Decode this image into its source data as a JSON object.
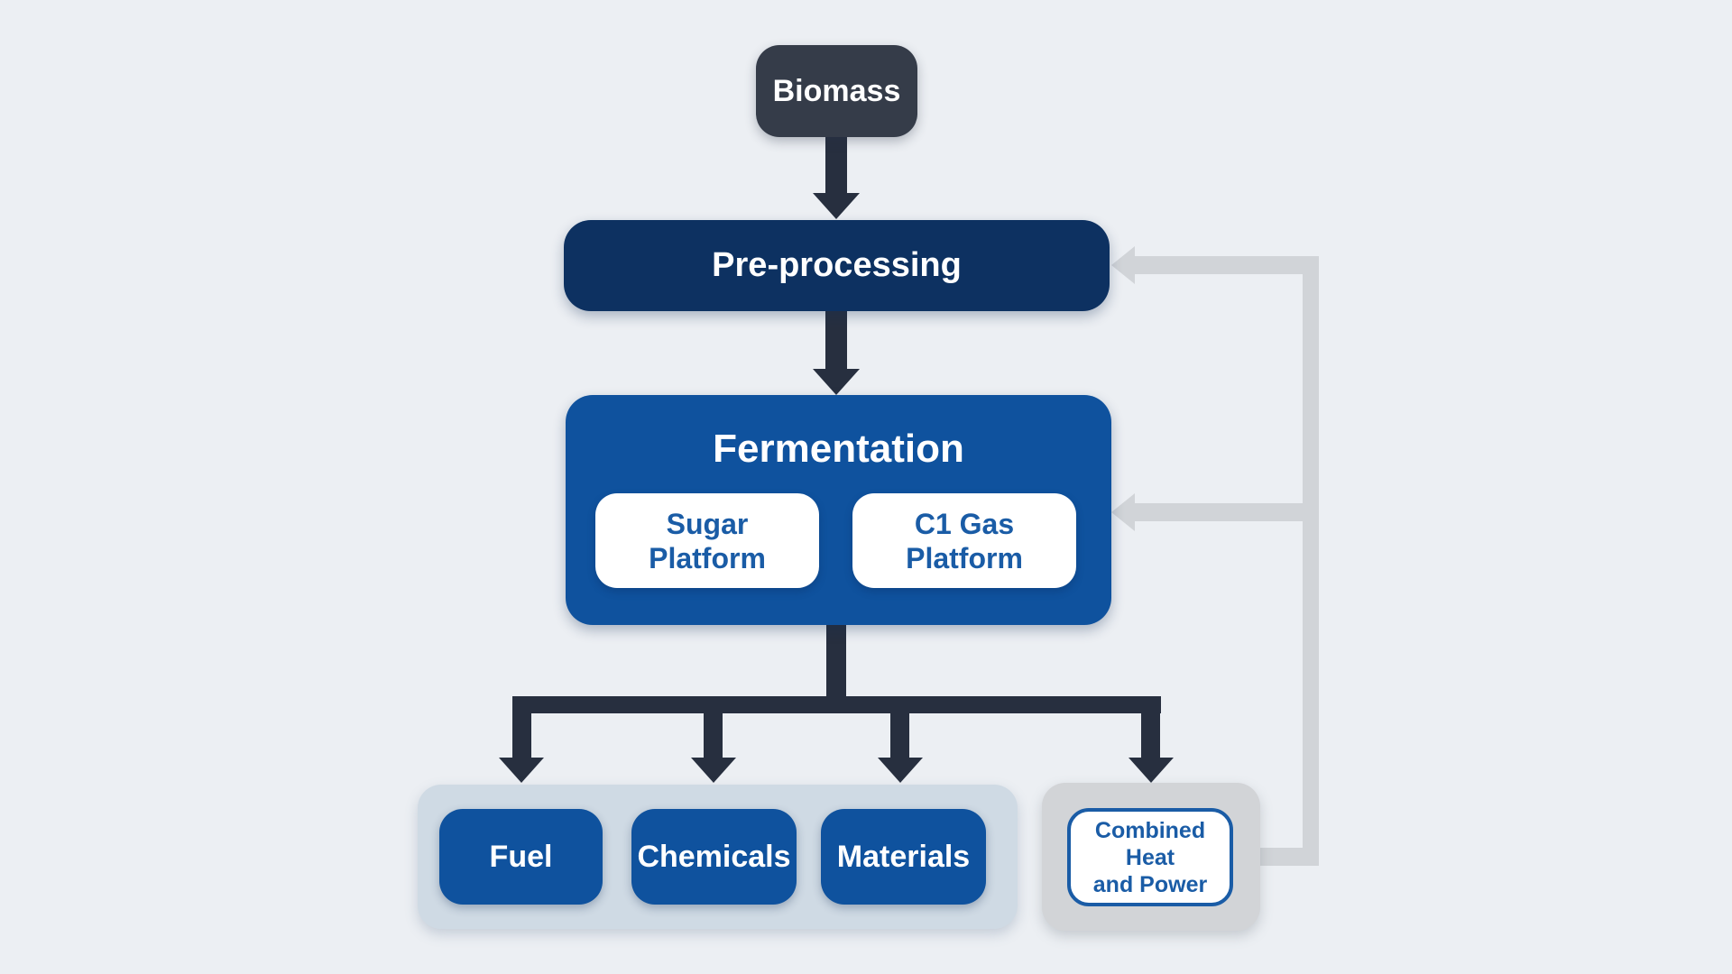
{
  "title": "Biomass fermentation process flow diagram",
  "palette": {
    "background": "#ECEFF3",
    "dark_node": "#353C49",
    "dark_arrow": "#272F3F",
    "navy_node": "#0D3161",
    "blue_node": "#0F529E",
    "blue_text": "#1A5CA6",
    "light_container": "#CFDAE4",
    "gray_container": "#D2D4D7",
    "gray_line": "#D1D4D8",
    "white": "#FFFFFF"
  },
  "nodes": {
    "biomass": {
      "label": "Biomass"
    },
    "preprocessing": {
      "label": "Pre-processing"
    },
    "fermentation": {
      "label": "Fermentation"
    },
    "sugar_platform": {
      "line1": "Sugar",
      "line2": "Platform"
    },
    "c1_gas_platform": {
      "line1": "C1 Gas",
      "line2": "Platform"
    },
    "fuel": {
      "label": "Fuel"
    },
    "chemicals": {
      "label": "Chemicals"
    },
    "materials": {
      "label": "Materials"
    },
    "combined_heat_power": {
      "line1": "Combined Heat",
      "line2": "and Power"
    }
  }
}
